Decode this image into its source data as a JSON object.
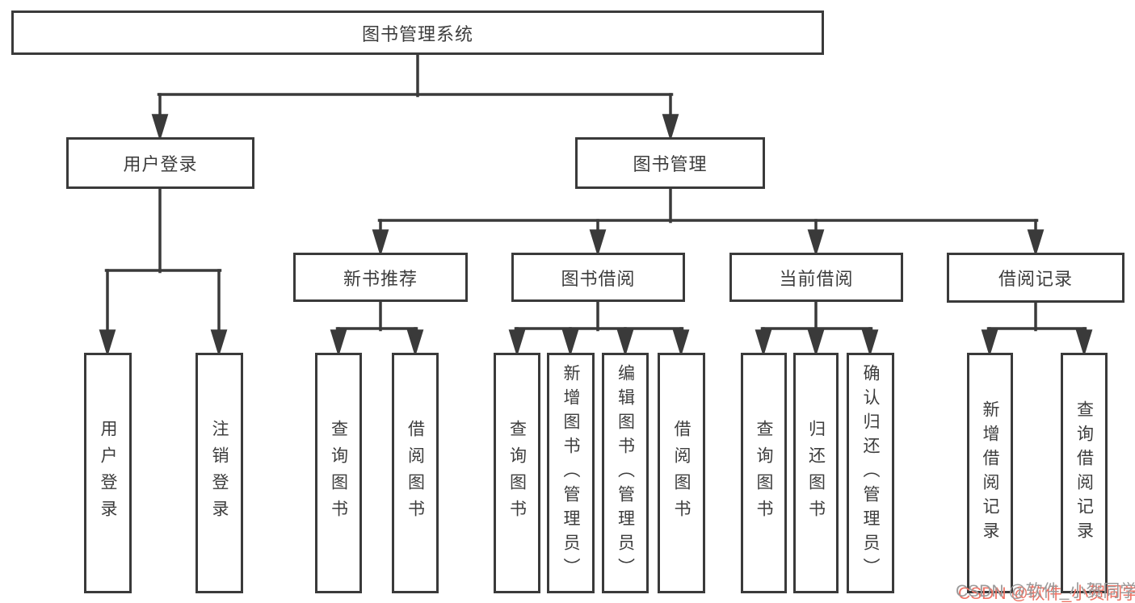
{
  "nodes": {
    "root": {
      "label": "图书管理系统"
    },
    "login": {
      "label": "用户登录"
    },
    "mgmt": {
      "label": "图书管理"
    },
    "newbook": {
      "label": "新书推荐"
    },
    "borrow": {
      "label": "图书借阅"
    },
    "current": {
      "label": "当前借阅"
    },
    "records": {
      "label": "借阅记录"
    },
    "login_user": {
      "label": "用户登录"
    },
    "login_logout": {
      "label": "注销登录"
    },
    "newbook_query": {
      "label": "查询图书"
    },
    "newbook_borrow": {
      "label": "借阅图书"
    },
    "borrow_query": {
      "label": "查询图书"
    },
    "borrow_add": {
      "label": "新增图书（管理员）"
    },
    "borrow_edit": {
      "label": "编辑图书（管理员）"
    },
    "borrow_lend": {
      "label": "借阅图书"
    },
    "current_query": {
      "label": "查询图书"
    },
    "current_return": {
      "label": "归还图书"
    },
    "current_confirm": {
      "label": "确认归还（管理员）"
    },
    "records_add": {
      "label": "新增借阅记录"
    },
    "records_query": {
      "label": "查询借阅记录"
    }
  },
  "watermark": {
    "text": "CSDN @软件_小贺同学"
  },
  "colors": {
    "line": "#3a3a3a",
    "box_border": "#3a3a3a",
    "text": "#3d3d3d",
    "background": "#ffffff",
    "watermark_text": "#9b9b9b",
    "watermark_shadow": "#ee7264"
  }
}
